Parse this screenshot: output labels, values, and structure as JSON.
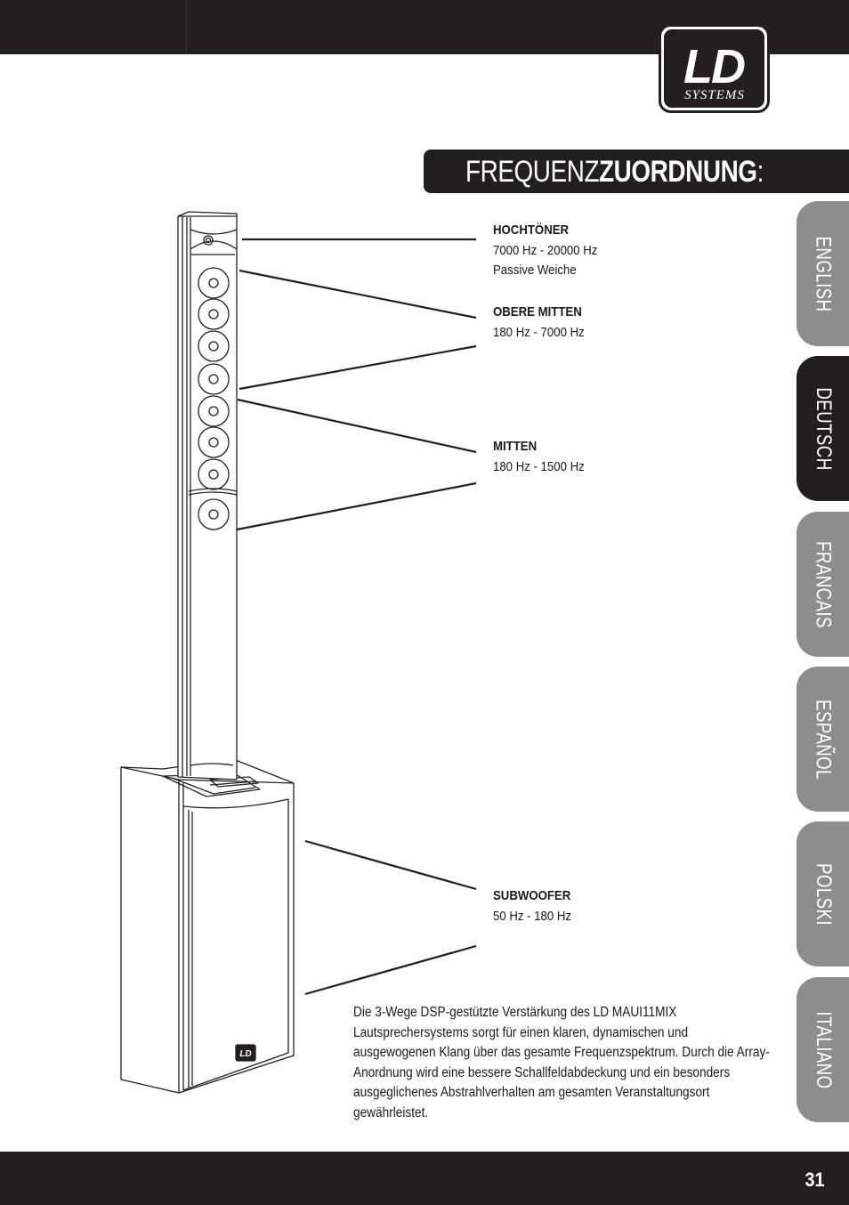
{
  "header": {
    "logo": {
      "text": "LD",
      "subtext": "SYSTEMS"
    }
  },
  "heading": {
    "light": "FREQUENZ",
    "bold": "ZUORDNUNG",
    "suffix": ":"
  },
  "language_tabs": [
    {
      "label": "ENGLISH",
      "active": false
    },
    {
      "label": "DEUTSCH",
      "active": true
    },
    {
      "label": "FRANCAIS",
      "active": false
    },
    {
      "label": "ESPAÑOL",
      "active": false
    },
    {
      "label": "POLSKI",
      "active": false
    },
    {
      "label": "ITALIANO",
      "active": false
    }
  ],
  "labels": {
    "tweeter": {
      "title": "HOCHTÖNER",
      "line1": "7000 Hz - 20000 Hz",
      "line2": "Passive Weiche"
    },
    "upper_mid": {
      "title": "OBERE MITTEN",
      "line1": "180 Hz - 7000 Hz"
    },
    "mid": {
      "title": "MITTEN",
      "line1": "180 Hz - 1500 Hz"
    },
    "subwoofer": {
      "title": "SUBWOOFER",
      "line1": "50 Hz - 180 Hz"
    }
  },
  "description": "Die 3-Wege DSP-gestützte Verstärkung des LD MAUI11MIX Lautsprechersystems sorgt für einen klaren, dynamischen und ausgewogenen Klang über das gesamte Frequenzspektrum. Durch die Array-Anordnung wird eine bessere Schallfeldabdeckung und ein besonders ausgeglichenes Abstrahlverhalten am gesamten Veranstaltungsort gewährleistet.",
  "page_number": "31"
}
